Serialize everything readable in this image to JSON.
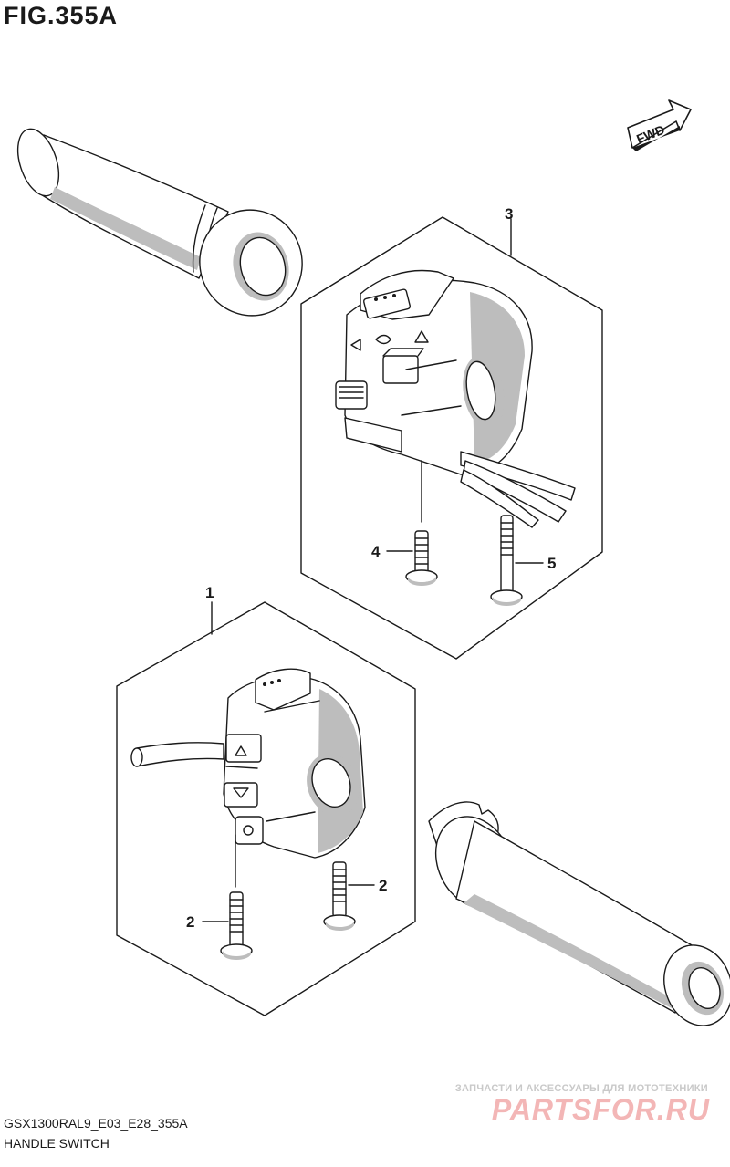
{
  "figure": {
    "title": "FIG.355A"
  },
  "direction_badge": {
    "label": "FWD"
  },
  "callouts": [
    {
      "id": "callout-1",
      "label": "1"
    },
    {
      "id": "callout-2a",
      "label": "2"
    },
    {
      "id": "callout-2b",
      "label": "2"
    },
    {
      "id": "callout-3",
      "label": "3"
    },
    {
      "id": "callout-4",
      "label": "4"
    },
    {
      "id": "callout-5",
      "label": "5"
    }
  ],
  "footer": {
    "model_code": "GSX1300RAL9_E03_E28_355A",
    "section_name": "HANDLE SWITCH"
  },
  "watermark": {
    "tagline": "ЗАПЧАСТИ И АКСЕССУАРЫ ДЛЯ МОТОТЕХНИКИ",
    "logo": "PARTSFOR.RU"
  },
  "colors": {
    "line": "#1a1a1a",
    "shade": "#bdbdbd",
    "watermark": "#f3b6b6"
  }
}
